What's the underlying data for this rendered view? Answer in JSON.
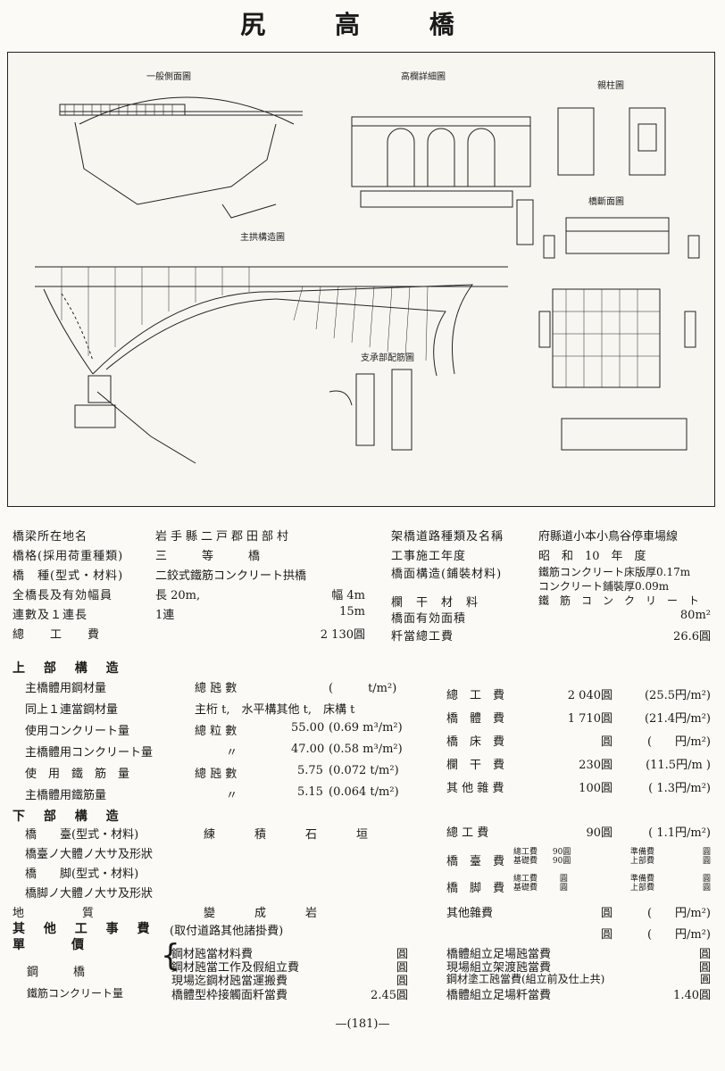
{
  "title": "尻 高 橋",
  "drawing": {
    "general_side": "一般側面圖",
    "railing_detail": "高欄詳細圖",
    "post": "親柱圖",
    "arch_structure": "主拱構造圖",
    "cross_section": "橋斷面圖",
    "support_rebar": "支承部配筋圖"
  },
  "specs": {
    "left": [
      {
        "label": "橋梁所在地名",
        "value": "岩手縣二戸郡田部村"
      },
      {
        "label": "橋格(採用荷重種類)",
        "value": "三　　　等　　　橋"
      },
      {
        "label": "橋　種(型式・材料)",
        "value": "二鉸式鐵筋コンクリート拱橋"
      },
      {
        "label": "全橋長及有効幅員",
        "value": "長 20m,",
        "value2": "幅 4m"
      },
      {
        "label": "連數及１連長",
        "value": "1連",
        "value2": "15m"
      },
      {
        "label": "總　　工　　費",
        "value": "",
        "value2": "2 130圓"
      }
    ],
    "right": [
      {
        "label": "架橋道路種類及名稱",
        "value": "府縣道小本小鳥谷停車場線"
      },
      {
        "label": "工事施工年度",
        "value": "昭　和　10　年　度"
      },
      {
        "label": "橋面構造(鋪裝材料)",
        "value": "鐵筋コンクリート床版厚0.17m",
        "value_b": "コンクリート鋪裝厚0.09m"
      },
      {
        "label": "欄　干　材　料",
        "value": "鐵　筋　コ　ン　ク　リ　ー　ト"
      },
      {
        "label": "橋面有効面積",
        "value": "80m²"
      },
      {
        "label": "粁當總工費",
        "value": "26.6圓"
      }
    ]
  },
  "upper": {
    "heading": "上 部 構 造",
    "rows": [
      {
        "label": "主橋體用鋼材量",
        "sub": "總 瓲 數",
        "num": "",
        "unit": "(　　　t/m²)"
      },
      {
        "label": "同上１連當鋼材量",
        "sub": "主桁 t,　水平構其他 t,　床構 t",
        "num": "",
        "unit": ""
      },
      {
        "label": "使用コンクリート量",
        "sub": "總 粒 數",
        "num": "55.00",
        "unit": "(0.69 m³/m²)"
      },
      {
        "label": "主橋體用コンクリート量",
        "sub": "〃",
        "num": "47.00",
        "unit": "(0.58 m³/m²)"
      },
      {
        "label": "使　用　鐵　筋　量",
        "sub": "總 瓲 數",
        "num": "5.75",
        "unit": "(0.072 t/m²)"
      },
      {
        "label": "主橋體用鐵筋量",
        "sub": "〃",
        "num": "5.15",
        "unit": "(0.064 t/m²)"
      }
    ],
    "costs": [
      {
        "label": "總　工　費",
        "amount": "2 040圓",
        "unit": "(25.5円/m²)"
      },
      {
        "label": "橋　體　費",
        "amount": "1 710圓",
        "unit": "(21.4円/m²)"
      },
      {
        "label": "橋　床　費",
        "amount": "圓",
        "unit": "(　　円/m²)"
      },
      {
        "label": "欄　干　費",
        "amount": "230圓",
        "unit": "(11.5円/m )"
      },
      {
        "label": "其 他 雜 費",
        "amount": "100圓",
        "unit": "( 1.3円/m²)"
      }
    ]
  },
  "lower": {
    "heading": "下 部 構 造",
    "rows": [
      {
        "label": "橋　　臺(型式・材料)",
        "value": "練　　積　　石　　垣"
      },
      {
        "label": "橋臺ノ大體ノ大サ及形狀",
        "value": ""
      },
      {
        "label": "橋　　脚(型式・材料)",
        "value": ""
      },
      {
        "label": "橋脚ノ大體ノ大サ及形狀",
        "value": ""
      },
      {
        "label": "地　　　　　質",
        "value": "變　　成　　岩"
      }
    ],
    "total_label": "總 工 費",
    "total_amount": "90圓",
    "total_unit": "( 1.1円/m²)",
    "abut_label": "橋　臺　費",
    "abut_sub1": "總工費",
    "abut_sub1v": "90圓",
    "abut_sub2": "基礎費",
    "abut_sub2v": "90圓",
    "abut_sub3": "準備費",
    "abut_sub3v": "圓",
    "abut_sub4": "上部費",
    "abut_sub4v": "圓",
    "pier_label": "橋　脚　費",
    "pier_sub1": "總工費",
    "pier_sub1v": "圓",
    "pier_sub2": "基礎費",
    "pier_sub2v": "圓",
    "pier_sub3": "準備費",
    "pier_sub3v": "圓",
    "pier_sub4": "上部費",
    "pier_sub4v": "圓",
    "misc_label": "其他雜費",
    "misc_amount": "圓",
    "misc_unit": "(　　円/m²)"
  },
  "other": {
    "heading": "其 他 工 事 費",
    "note": "(取付道路其他諸掛費)",
    "amount": "圓",
    "unit": "(　　円/m²)",
    "unit_price": "單　　價",
    "steel": "鋼　　　橋",
    "rc": "鐵筋コンクリート量",
    "list_left": [
      {
        "label": "鋼材瓲當材料費",
        "amount": "圓"
      },
      {
        "label": "鋼材瓲當工作及假組立費",
        "amount": "圓"
      },
      {
        "label": "現場迄鋼材瓲當運搬費",
        "amount": "圓"
      },
      {
        "label": "橋體型枠接觸面粁當費",
        "amount": "2.45圓"
      }
    ],
    "list_right": [
      {
        "label": "橋體組立足場瓲當費",
        "amount": "圓"
      },
      {
        "label": "現場組立架渡瓲當費",
        "amount": "圓"
      },
      {
        "label": "鋼材塗工瓲當費(組立前及仕上共)",
        "amount": "圓"
      },
      {
        "label": "橋體組立足場粁當費",
        "amount": "1.40圓"
      }
    ]
  },
  "page_number": "—(181)—"
}
